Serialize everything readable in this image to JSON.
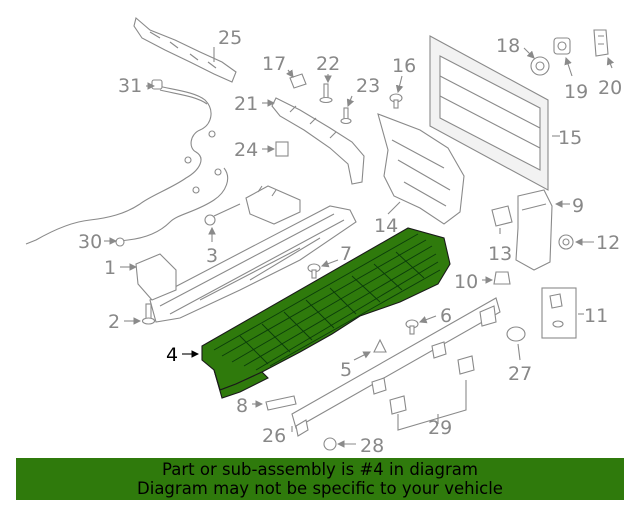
{
  "highlight_color": "#2f7a0c",
  "highlighted_part": "4",
  "callouts": {
    "c1": "1",
    "c2": "2",
    "c3": "3",
    "c4": "4",
    "c5": "5",
    "c6": "6",
    "c7": "7",
    "c8": "8",
    "c9": "9",
    "c10": "10",
    "c11": "11",
    "c12": "12",
    "c13": "13",
    "c14": "14",
    "c15": "15",
    "c16": "16",
    "c17": "17",
    "c18": "18",
    "c19": "19",
    "c20": "20",
    "c21": "21",
    "c22": "22",
    "c23": "23",
    "c24": "24",
    "c25": "25",
    "c26": "26",
    "c27": "27",
    "c28": "28",
    "c29": "29",
    "c30": "30",
    "c31": "31"
  },
  "footer": {
    "line1": "Part or sub-assembly is #4 in diagram",
    "line2": "Diagram may not be specific to your vehicle"
  }
}
